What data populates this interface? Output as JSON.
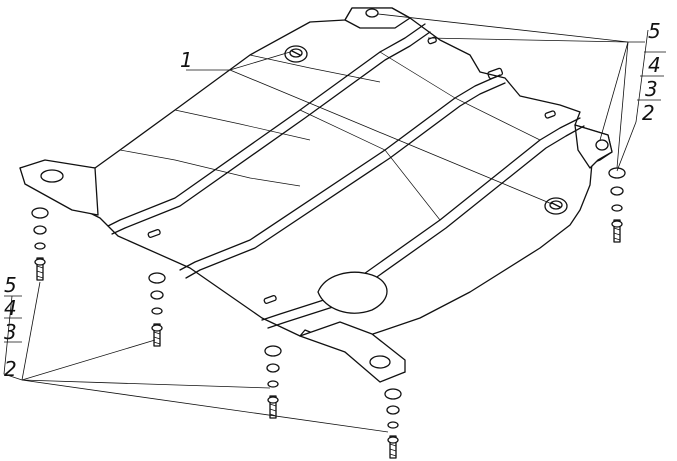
{
  "labels": {
    "left_stack": [
      "5",
      "4",
      "3",
      "2"
    ],
    "right_stack": [
      "5",
      "4",
      "3",
      "2"
    ],
    "plate_callout": "1"
  }
}
